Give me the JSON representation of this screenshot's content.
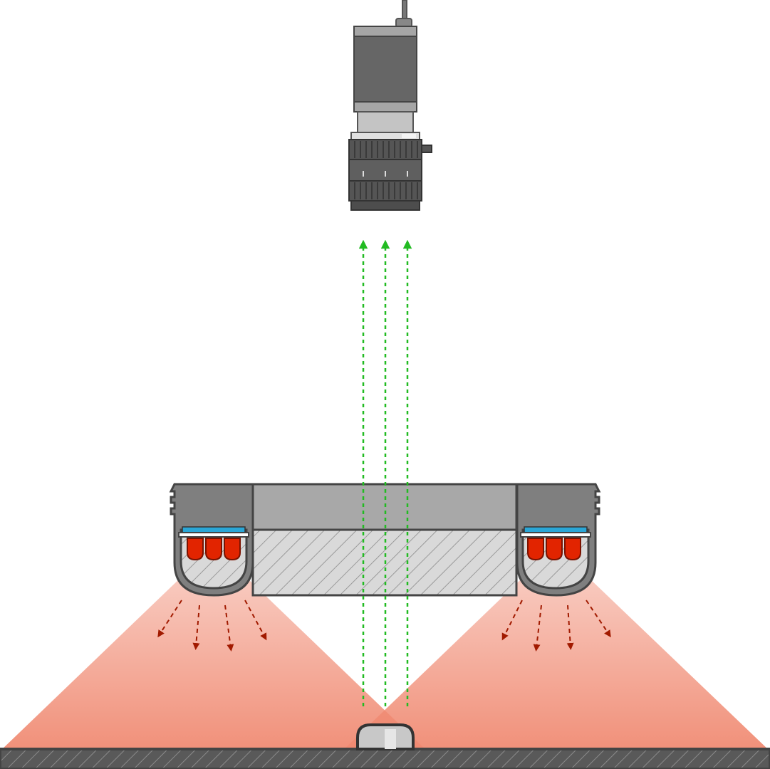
{
  "diagram": {
    "components": [
      "camera",
      "lens",
      "ring-light",
      "led-array-left",
      "led-array-right",
      "workpiece",
      "stage"
    ],
    "colors": {
      "camera_body": "#666666",
      "camera_band": "#a6a6a6",
      "lens_ring": "#555555",
      "light_housing": "#7f7f7f",
      "light_top": "#a8a8a8",
      "diffuser": "#d9d9d9",
      "led": "#e22400",
      "led_board": "#2aa6d6",
      "light_beam": "#f08a72",
      "light_ray_arrow": "#a11a00",
      "reflected_ray": "#22bb22",
      "stage": "#595959",
      "workpiece": "#c8c8c8"
    },
    "icons": {
      "camera": "machine-vision-camera-icon",
      "lens": "lens-icon",
      "light": "ring-light-icon",
      "led": "led-icon",
      "workpiece": "workpiece-icon"
    }
  }
}
